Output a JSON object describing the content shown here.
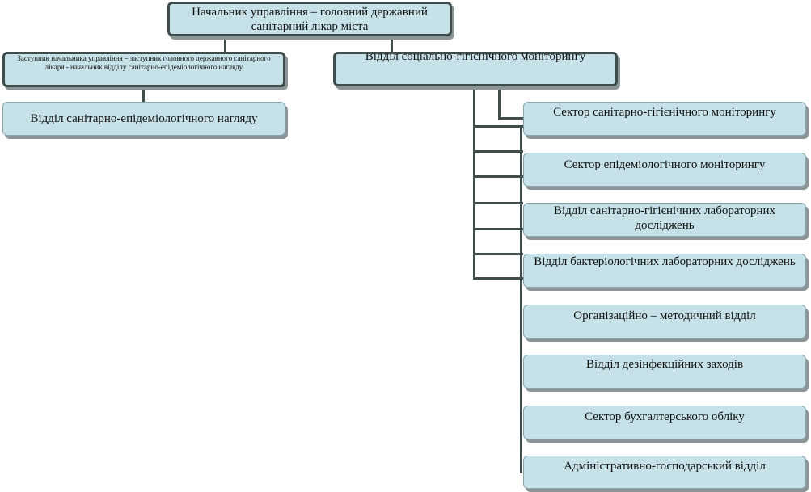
{
  "chief": {
    "line1": "Начальник управління – головний державний",
    "line2": "санітарний лікар міста"
  },
  "deputy": {
    "text": "Заступник начальника управління – заступник головного державного санітарного лікаря - начальник відділу санітарно-епідеміологічного нагляду"
  },
  "left_dept": {
    "text": "Відділ санітарно-епідеміологічного нагляду"
  },
  "right_dept": {
    "text": "Відділ соціально-гігієнічного моніторингу"
  },
  "units": [
    {
      "label": "Сектор санітарно-гігієнічного моніторингу"
    },
    {
      "label": "Сектор епідеміологічного моніторингу"
    },
    {
      "label": "Відділ санітарно-гігієнічних лабораторних досліджень"
    },
    {
      "label": "Відділ бактеріологічних лабораторних досліджень"
    },
    {
      "label": "Організаційно – методичний відділ"
    },
    {
      "label": "Відділ дезінфекційних заходів"
    },
    {
      "label": "Сектор бухгалтерського обліку"
    },
    {
      "label": "Адміністративно-господарський відділ"
    }
  ]
}
